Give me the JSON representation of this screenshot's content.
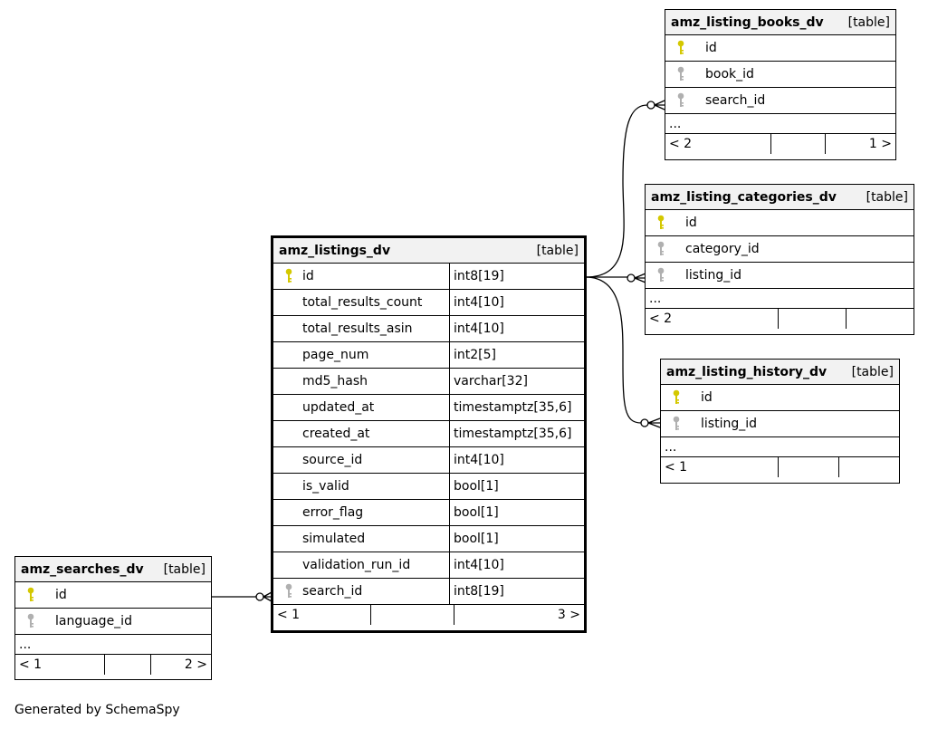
{
  "diagram": {
    "main_table": {
      "name": "amz_listings_dv",
      "kind": "[table]",
      "columns": [
        {
          "name": "id",
          "type": "int8[19]",
          "key": "primary"
        },
        {
          "name": "total_results_count",
          "type": "int4[10]",
          "key": "none"
        },
        {
          "name": "total_results_asin",
          "type": "int4[10]",
          "key": "none"
        },
        {
          "name": "page_num",
          "type": "int2[5]",
          "key": "none"
        },
        {
          "name": "md5_hash",
          "type": "varchar[32]",
          "key": "none"
        },
        {
          "name": "updated_at",
          "type": "timestamptz[35,6]",
          "key": "none"
        },
        {
          "name": "created_at",
          "type": "timestamptz[35,6]",
          "key": "none"
        },
        {
          "name": "source_id",
          "type": "int4[10]",
          "key": "none"
        },
        {
          "name": "is_valid",
          "type": "bool[1]",
          "key": "none"
        },
        {
          "name": "error_flag",
          "type": "bool[1]",
          "key": "none"
        },
        {
          "name": "simulated",
          "type": "bool[1]",
          "key": "none"
        },
        {
          "name": "validation_run_id",
          "type": "int4[10]",
          "key": "none"
        },
        {
          "name": "search_id",
          "type": "int8[19]",
          "key": "foreign"
        }
      ],
      "footer": {
        "parents": "< 1",
        "mid": "",
        "children": "3 >"
      }
    },
    "searches": {
      "name": "amz_searches_dv",
      "kind": "[table]",
      "columns": [
        {
          "name": "id",
          "key": "primary"
        },
        {
          "name": "language_id",
          "key": "foreign"
        }
      ],
      "ellipsis": "...",
      "footer": {
        "parents": "< 1",
        "mid": "",
        "children": "2 >"
      }
    },
    "books": {
      "name": "amz_listing_books_dv",
      "kind": "[table]",
      "columns": [
        {
          "name": "id",
          "key": "primary"
        },
        {
          "name": "book_id",
          "key": "foreign"
        },
        {
          "name": "search_id",
          "key": "foreign"
        }
      ],
      "ellipsis": "...",
      "footer": {
        "parents": "< 2",
        "mid": "",
        "children": "1 >"
      }
    },
    "categories": {
      "name": "amz_listing_categories_dv",
      "kind": "[table]",
      "columns": [
        {
          "name": "id",
          "key": "primary"
        },
        {
          "name": "category_id",
          "key": "foreign"
        },
        {
          "name": "listing_id",
          "key": "foreign"
        }
      ],
      "ellipsis": "...",
      "footer": {
        "parents": "< 2",
        "mid": "",
        "children": ""
      }
    },
    "history": {
      "name": "amz_listing_history_dv",
      "kind": "[table]",
      "columns": [
        {
          "name": "id",
          "key": "primary"
        },
        {
          "name": "listing_id",
          "key": "foreign"
        }
      ],
      "ellipsis": "...",
      "footer": {
        "parents": "< 1",
        "mid": "",
        "children": ""
      }
    },
    "colors": {
      "primary_key": "#d4c800",
      "foreign_key": "#b0b0b0",
      "header_bg": "#f2f2f2"
    }
  },
  "generated_by": "Generated by SchemaSpy"
}
